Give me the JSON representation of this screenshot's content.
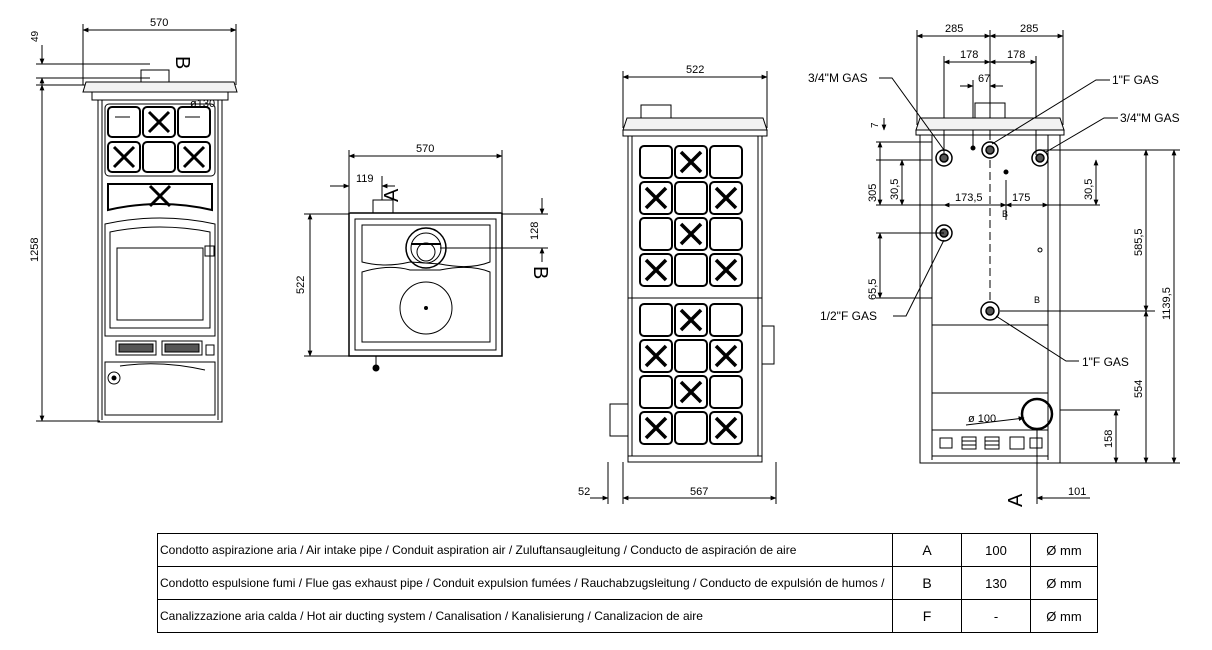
{
  "colors": {
    "line": "#000000",
    "fill_dark": "#555555",
    "fill_light": "#f2f2f2"
  },
  "views": {
    "front": {
      "width_label": "570",
      "top_label": "49",
      "height_label": "1258",
      "section_label": "B",
      "pipe_label": "ø130"
    },
    "top": {
      "width_label": "570",
      "offset_label": "119",
      "depth_label": "522",
      "pipe_offset_label": "128",
      "section_a_label": "A",
      "section_b_label": "B"
    },
    "side": {
      "width_label": "522",
      "depth_label": "567",
      "offset_label": "52"
    },
    "rear": {
      "half_left": "285",
      "half_right": "285",
      "left_178": "178",
      "right_178": "178",
      "center_67": "67",
      "top_7": "7",
      "dim_305": "305",
      "dim_30_5_left": "30,5",
      "dim_173_5": "173,5",
      "dim_175": "175",
      "dim_30_5_right": "30,5",
      "dim_585_5": "585,5",
      "dim_1139_5": "1139,5",
      "dim_65_5": "65,5",
      "dim_554": "554",
      "dim_158": "158",
      "dim_101": "101",
      "dia_label": "ø 100",
      "gas_tl": "3/4\"M GAS",
      "gas_tr": "1\"F GAS",
      "gas_r": "3/4\"M GAS",
      "gas_l": "1/2\"F GAS",
      "gas_b": "1\"F GAS",
      "section_a_label": "A",
      "marker_b1": "B",
      "marker_b2": "B"
    }
  },
  "table": {
    "rows": [
      {
        "description": "Condotto aspirazione aria / Air intake pipe / Conduit aspiration air / Zuluftansaugleitung / Conducto de aspiración de aire",
        "code": "A",
        "value": "100",
        "unit": "Ø mm"
      },
      {
        "description": "Condotto espulsione fumi / Flue gas exhaust pipe / Conduit expulsion fumées / Rauchabzugsleitung / Conducto de expulsión de humos /",
        "code": "B",
        "value": "130",
        "unit": "Ø mm"
      },
      {
        "description": "Canalizzazione aria calda / Hot air ducting system / Canalisation / Kanalisierung / Canalizacion de aire",
        "code": "F",
        "value": "-",
        "unit": "Ø mm"
      }
    ]
  }
}
